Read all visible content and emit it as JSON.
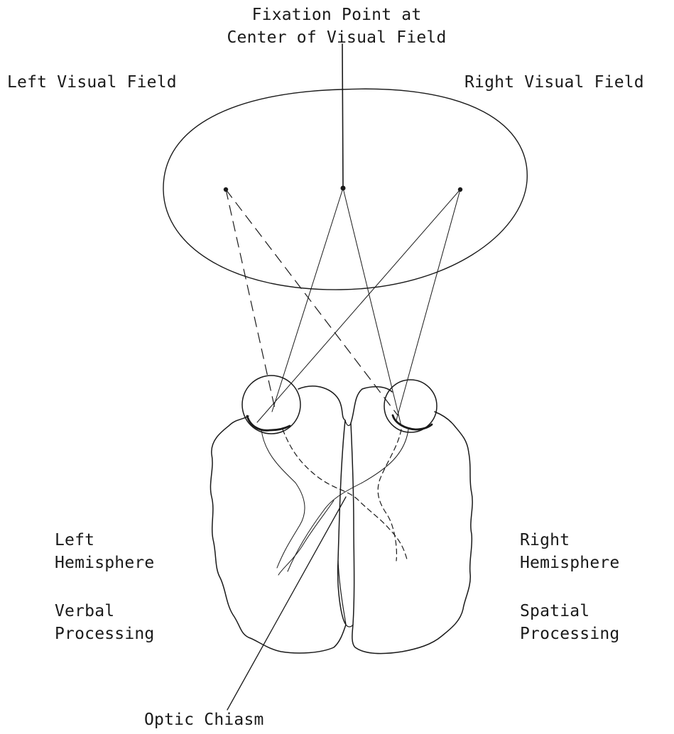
{
  "fixation_label": [
    "Fixation Point at",
    "Center of Visual Field"
  ],
  "left_field_label": "Left Visual Field",
  "right_field_label": "Right Visual Field",
  "left_hemisphere_label": [
    "Left",
    "Hemisphere"
  ],
  "left_processing_label": [
    "Verbal",
    "Processing"
  ],
  "right_hemisphere_label": [
    "Right",
    "Hemisphere"
  ],
  "right_processing_label": [
    "Spatial",
    "Processing"
  ],
  "optic_chiasm_label": "Optic Chiasm",
  "colors": {
    "ink": "#1a1a1a",
    "background": "#ffffff"
  }
}
